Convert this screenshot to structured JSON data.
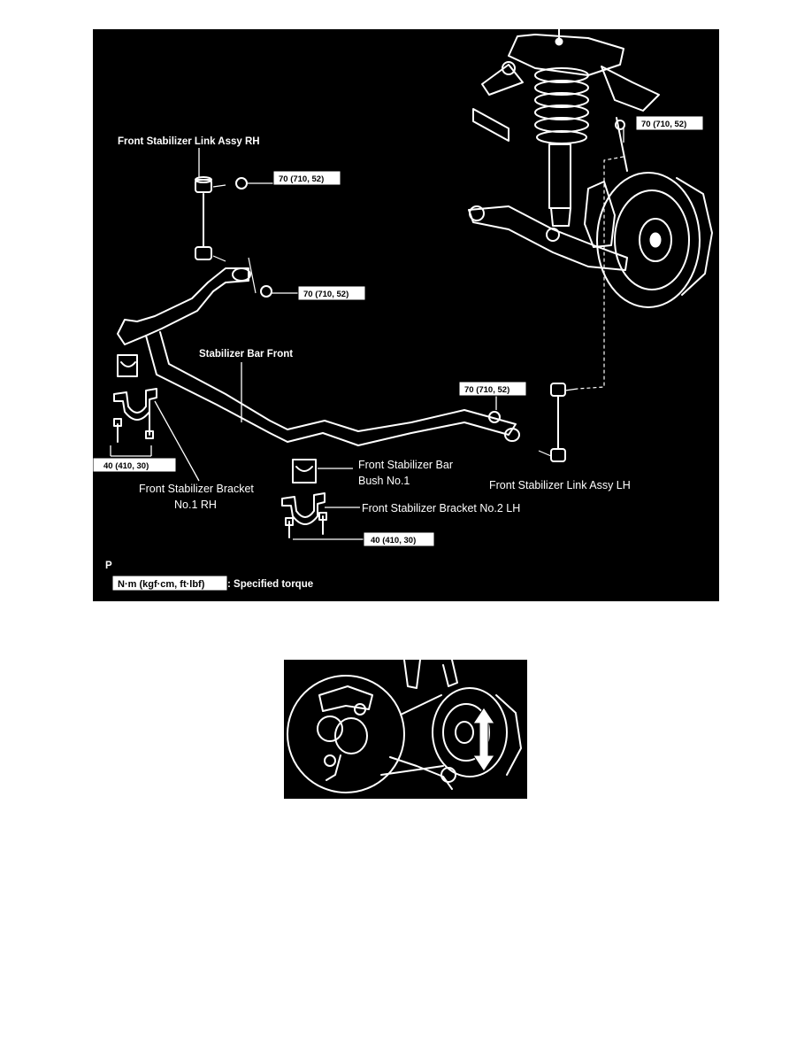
{
  "figure1": {
    "labels": {
      "link_rh": "Front Stabilizer Link Assy RH",
      "stabilizer_bar": "Stabilizer Bar Front",
      "link_lh": "Front Stabilizer Link Assy LH",
      "bush_line1": "Front Stabilizer Bar",
      "bush_line2": "Bush No.1",
      "bracket_rh_line1": "Front Stabilizer Bracket",
      "bracket_rh_line2": "No.1 RH",
      "bracket_lh": "Front Stabilizer Bracket No.2 LH",
      "corner_code": "P"
    },
    "torque_values": {
      "upper_right": "70 (710, 52)",
      "link_rh_top": "70 (710, 52)",
      "link_rh_bottom": "70 (710, 52)",
      "link_lh_top": "70 (710, 52)",
      "bracket_rh": "40 (410, 30)",
      "bracket_lh": "40 (410, 30)"
    },
    "legend": {
      "unit_box": "N·m (kgf·cm, ft·lbf)",
      "description": ": Specified torque"
    }
  },
  "figure2": {
    "arrow_icon": "double-vertical-arrow-icon"
  },
  "colors": {
    "figure_background": "#000000",
    "line_art": "#ffffff",
    "page_background": "#ffffff"
  }
}
